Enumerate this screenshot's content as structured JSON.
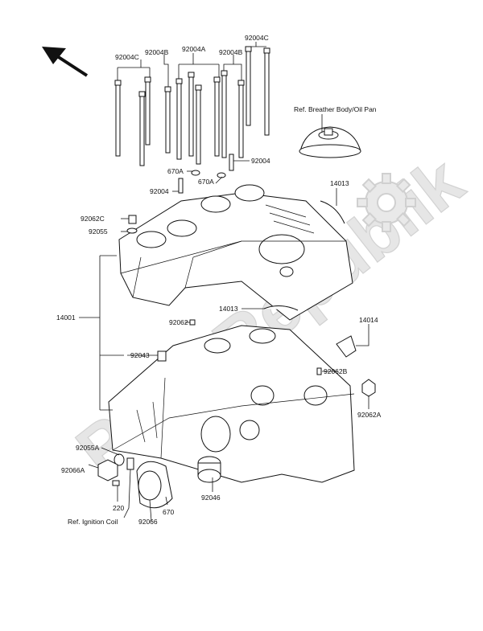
{
  "watermark": {
    "text": "PartsRepublik"
  },
  "labels": {
    "l_92004C_a": "92004C",
    "l_92004B_a": "92004B",
    "l_92004A": "92004A",
    "l_92004C_b": "92004C",
    "l_92004B_b": "92004B",
    "ref_breather": "Ref. Breather Body/Oil Pan",
    "l_92004_r": "92004",
    "l_670A_a": "670A",
    "l_670A_b": "670A",
    "l_92004_l": "92004",
    "l_14013_a": "14013",
    "l_92062C": "92062C",
    "l_92055": "92055",
    "l_14001": "14001",
    "l_14013_b": "14013",
    "l_92062": "92062",
    "l_14014": "14014",
    "l_92043": "92043",
    "l_92062B": "92062B",
    "l_92062A": "92062A",
    "l_92055A": "92055A",
    "l_92066A": "92066A",
    "l_220": "220",
    "l_670": "670",
    "l_92046": "92046",
    "ref_ignition": "Ref. Ignition Coil",
    "l_92066": "92066"
  },
  "icons": {
    "direction": "arrow-up-left-icon",
    "gear": "gear-icon"
  }
}
